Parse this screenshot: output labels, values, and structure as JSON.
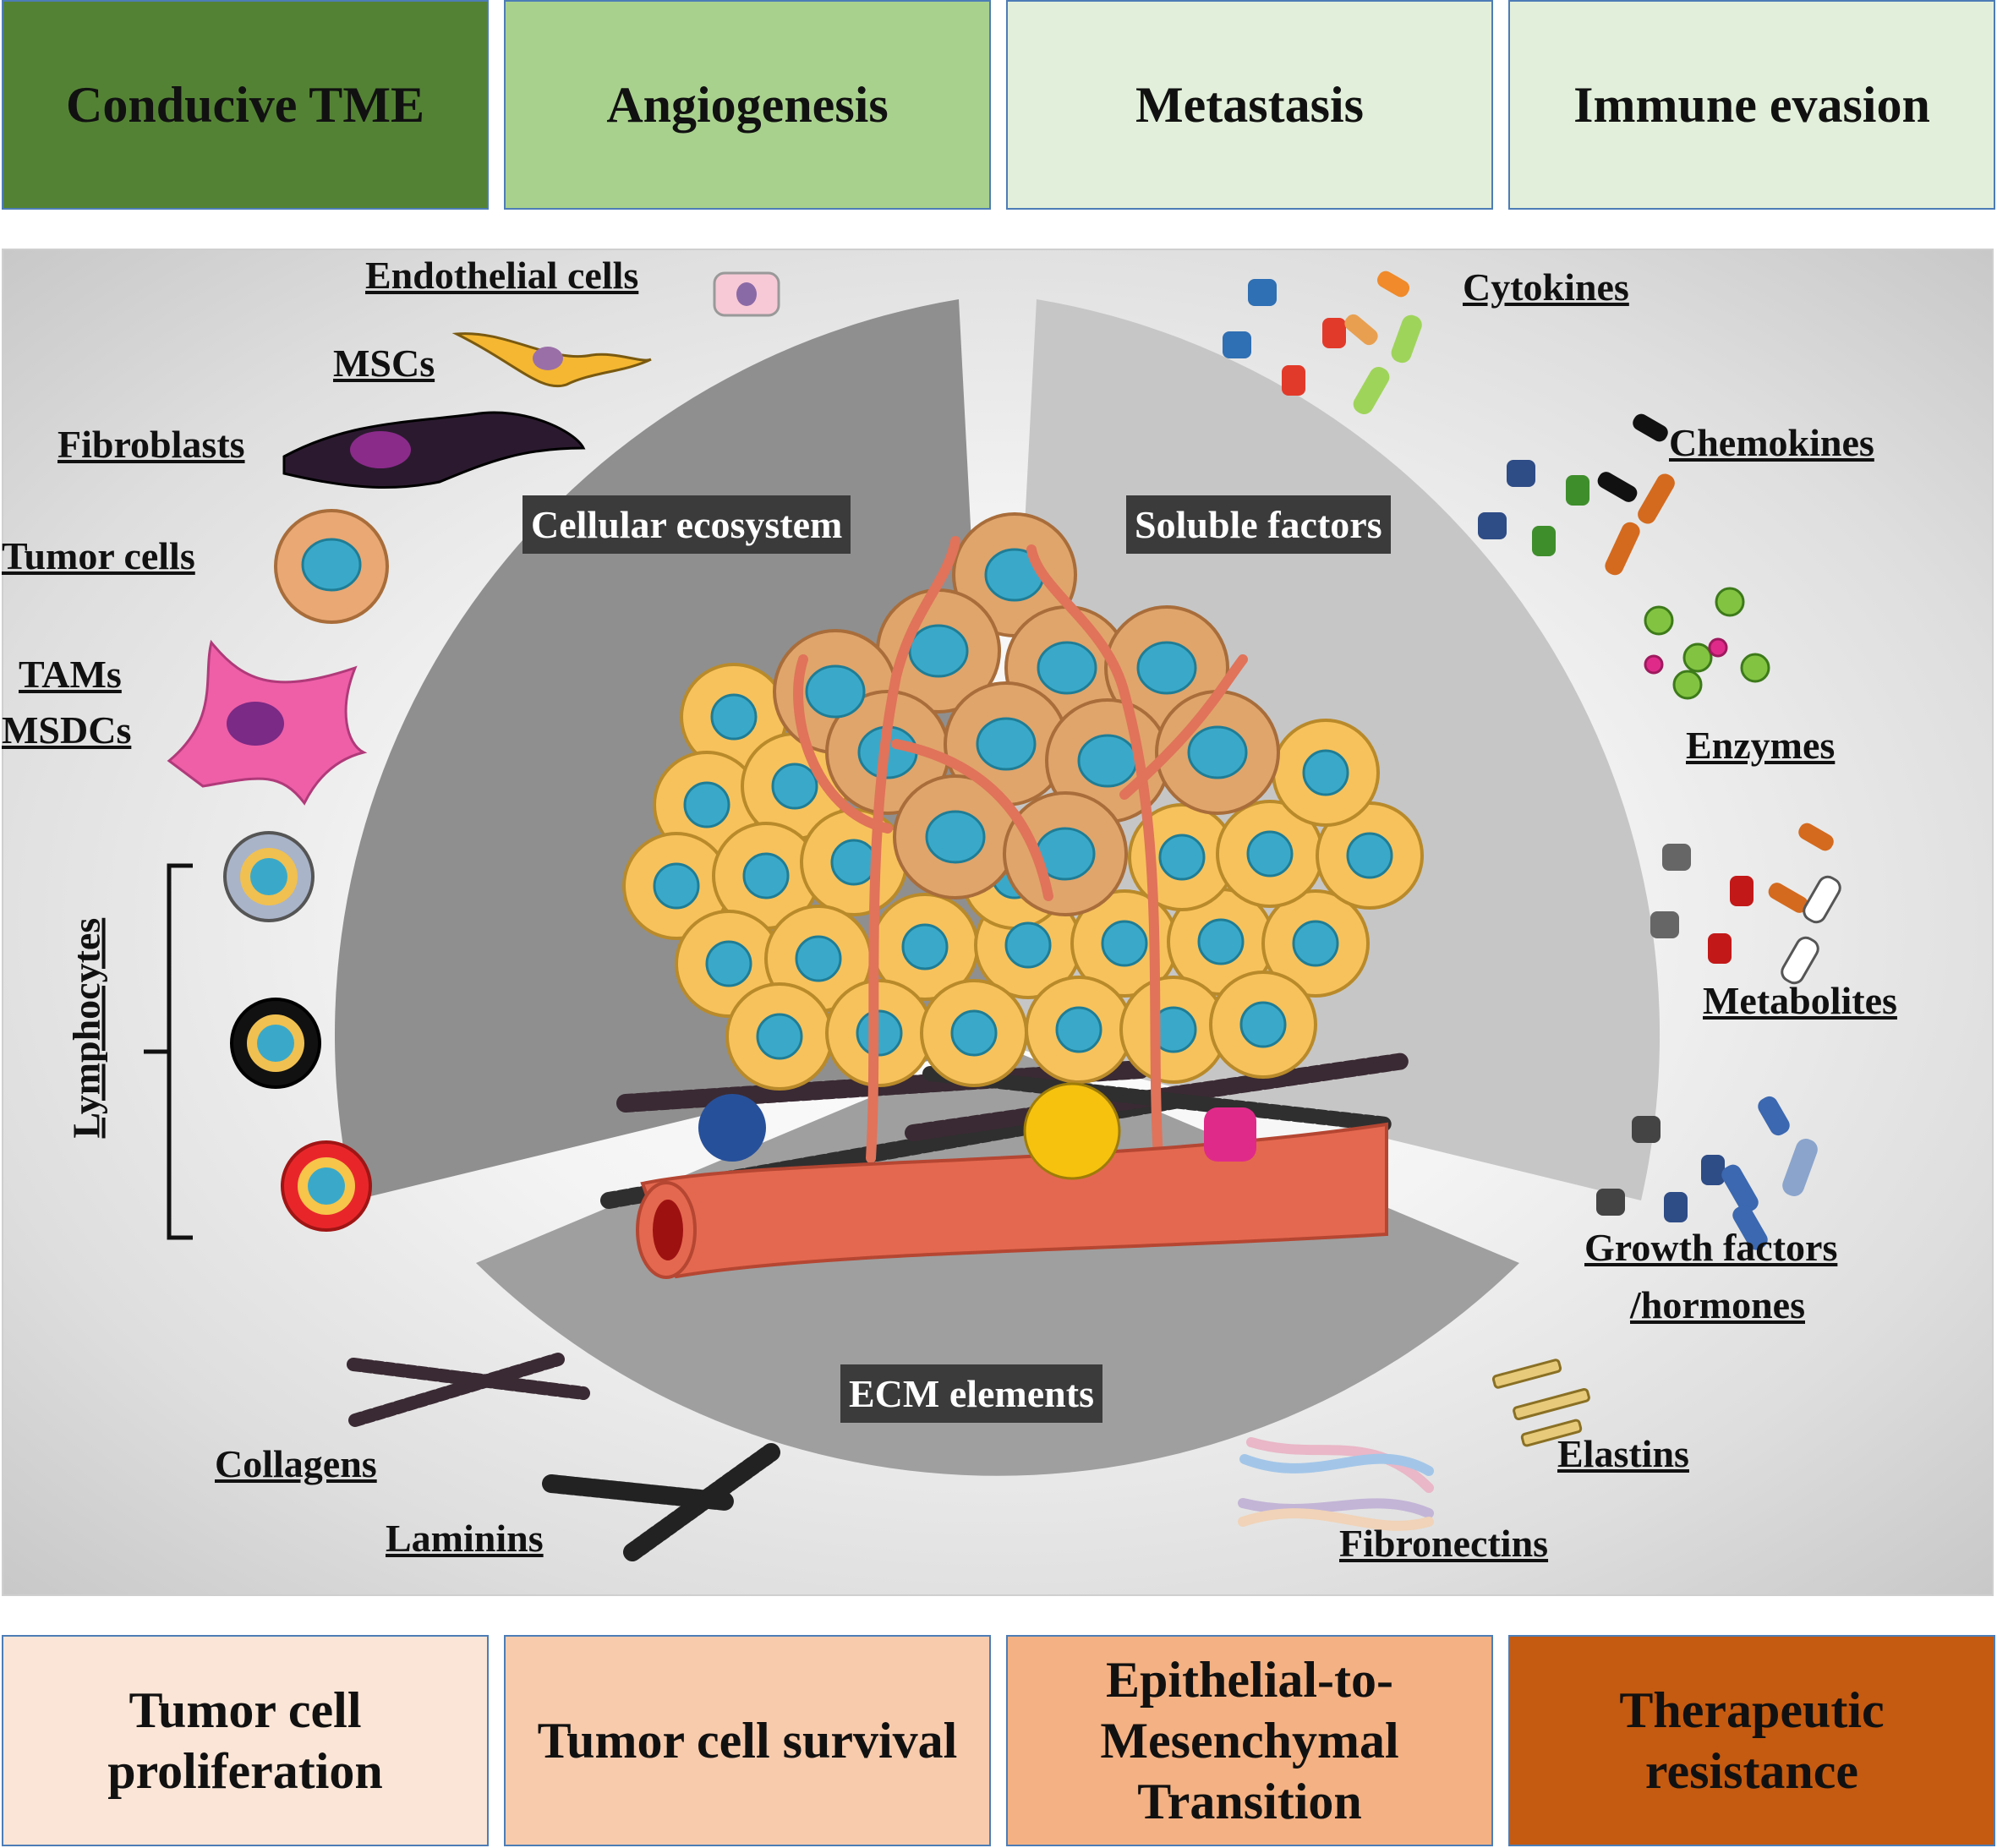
{
  "top_boxes": [
    {
      "label": "Conducive TME",
      "color": "#548235"
    },
    {
      "label": "Angiogenesis",
      "color": "#a9d18e"
    },
    {
      "label": "Metastasis",
      "color": "#e2efda"
    },
    {
      "label": "Immune evasion",
      "color": "#e2efda"
    }
  ],
  "bottom_boxes": [
    {
      "label": "Tumor cell proliferation",
      "color": "#fbe5d6"
    },
    {
      "label": "Tumor cell survival",
      "color": "#f8cbad"
    },
    {
      "label": "Epithelial-to-Mesenchymal Transition",
      "color": "#f4b183"
    },
    {
      "label": "Therapeutic resistance",
      "color": "#c55a11"
    }
  ],
  "sections": {
    "cellular": "Cellular ecosystem",
    "soluble": "Soluble factors",
    "ecm": "ECM elements"
  },
  "cells": {
    "endothelial": "Endothelial cells",
    "mscs": "MSCs",
    "fibroblasts": "Fibroblasts",
    "tumor": "Tumor cells",
    "tams": "TAMs",
    "msdcs": "MSDCs",
    "lymphocytes": "Lymphocytes"
  },
  "soluble_items": {
    "cytokines": "Cytokines",
    "chemokines": "Chemokines",
    "enzymes": "Enzymes",
    "metabolites": "Metabolites",
    "growth1": "Growth factors",
    "growth2": "/hormones"
  },
  "ecm_items": {
    "collagens": "Collagens",
    "laminins": "Laminins",
    "elastins": "Elastins",
    "fibronectins": "Fibronectins"
  }
}
